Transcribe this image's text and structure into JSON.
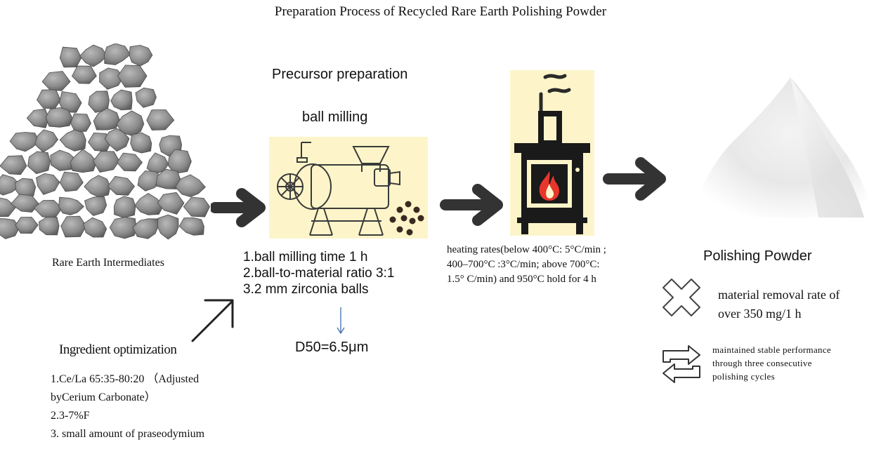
{
  "title": "Preparation Process of Recycled Rare Earth Polishing Powder",
  "raw_material": {
    "label": "Rare Earth Intermediates"
  },
  "precursor": {
    "heading": "Precursor preparation",
    "subheading": "ball milling",
    "params": [
      "1.ball milling time 1 h",
      "2.ball-to-material ratio 3:1",
      "3.2 mm zirconia balls"
    ],
    "result": "D50=6.5μm"
  },
  "ingredient": {
    "heading": "Ingredient optimization",
    "items": [
      "1.Ce/La  65:35-80:20 （Adjusted",
      "byCerium Carbonate）",
      "2.3-7%F",
      "3. small amount of praseodymium"
    ]
  },
  "calcination": {
    "lines": [
      "heating rates(below 400°C: 5°C/min ;",
      "400–700°C :3°C/min; above 700°C:",
      "1.5° C/min)  and 950°C hold for 4 h"
    ]
  },
  "product": {
    "label": "Polishing Powder",
    "removal_rate": [
      "material removal rate of",
      "over 350 mg/1 h"
    ],
    "stability": [
      "maintained stable performance",
      "through three consecutive",
      "polishing cycles"
    ]
  },
  "icons": {
    "stones": "stones-photo",
    "mill": "ball-mill-icon",
    "furnace": "furnace-icon",
    "powder": "powder-photo",
    "cross": "cross-icon",
    "cycle": "recycle-arrows-icon"
  },
  "colors": {
    "arrow": "#333333",
    "mill_bg": "#fdf5c9",
    "furnace_bg": "#fdf5c9",
    "flame_red": "#e8362c",
    "text_blue_arrow": "#4a78b0"
  }
}
